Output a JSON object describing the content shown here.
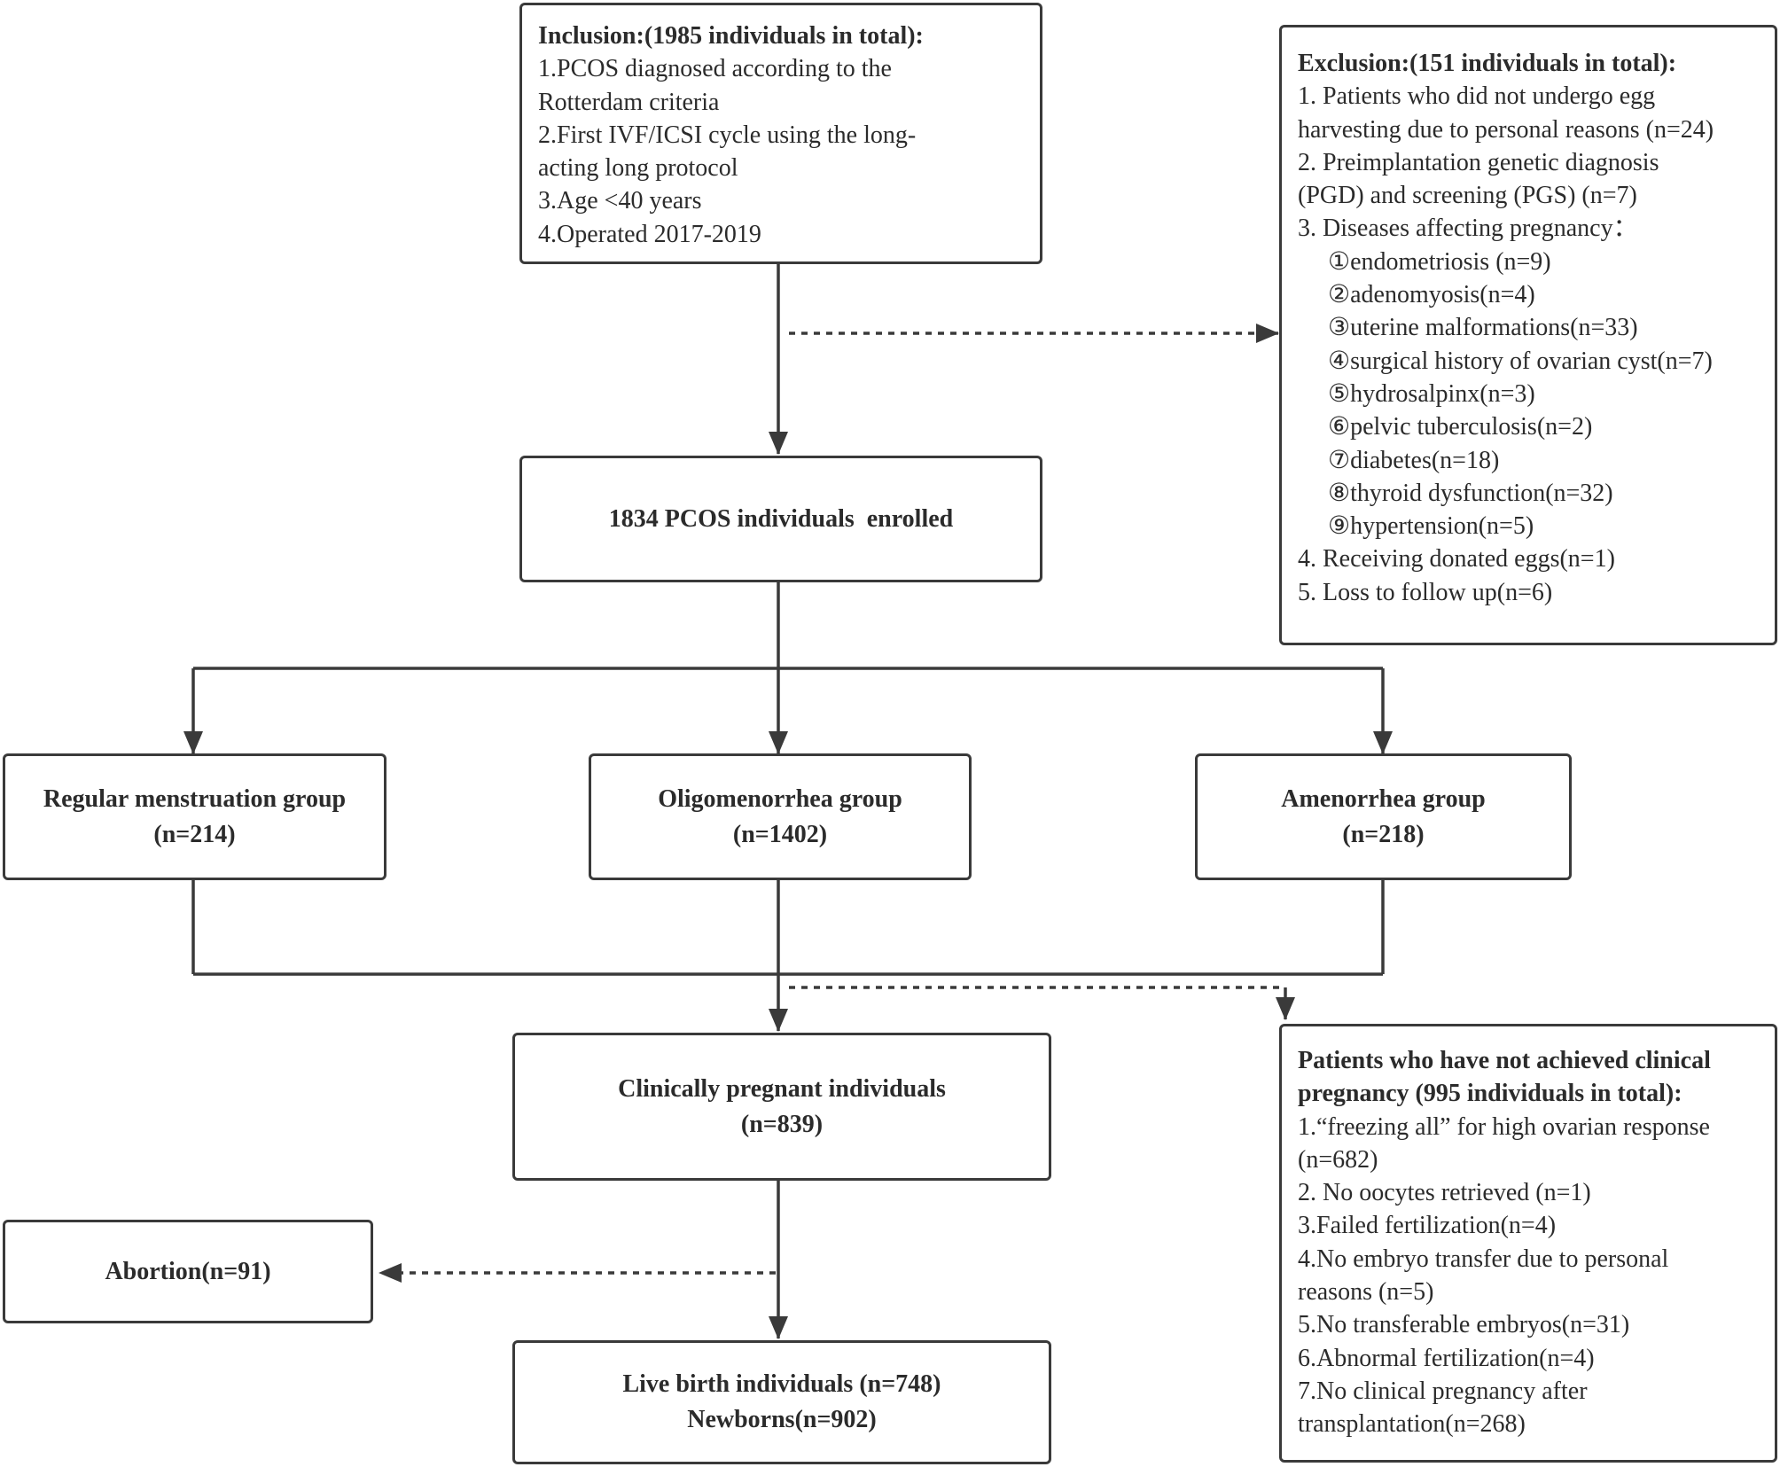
{
  "inclusion": {
    "title": "Inclusion:(1985 individuals in total):",
    "items": [
      "1.PCOS diagnosed according to the",
      "Rotterdam criteria",
      "2.First IVF/ICSI cycle using the long-",
      "acting long protocol",
      "3.Age <40 years",
      "4.Operated 2017-2019"
    ]
  },
  "exclusion": {
    "title": "Exclusion:(151 individuals in total):",
    "items": [
      "1. Patients who did not undergo egg",
      "harvesting due to personal reasons (n=24)",
      "2. Preimplantation genetic diagnosis",
      "(PGD) and screening (PGS) (n=7)",
      "3. Diseases affecting pregnancy："
    ],
    "subitems": [
      "①endometriosis (n=9)",
      "②adenomyosis(n=4)",
      "③uterine malformations(n=33)",
      "④surgical history of ovarian cyst(n=7)",
      "⑤hydrosalpinx(n=3)",
      "⑥pelvic tuberculosis(n=2)",
      "⑦diabetes(n=18)",
      "⑧thyroid dysfunction(n=32)",
      "⑨hypertension(n=5)"
    ],
    "tail": [
      "4. Receiving donated eggs(n=1)",
      "5. Loss to follow up(n=6)"
    ]
  },
  "enrolled": {
    "label": "1834 PCOS individuals  enrolled"
  },
  "groups": [
    {
      "name": "Regular menstruation group",
      "n": "(n=214)"
    },
    {
      "name": "Oligomenorrhea group",
      "n": "(n=1402)"
    },
    {
      "name": "Amenorrhea group",
      "n": "(n=218)"
    }
  ],
  "pregnant": {
    "name": "Clinically pregnant individuals",
    "n": "(n=839)"
  },
  "not_pregnant": {
    "title_lines": [
      "Patients who have not achieved clinical",
      "pregnancy (995 individuals in total):"
    ],
    "items": [
      "1.“freezing all” for high ovarian response",
      "(n=682)",
      "2. No oocytes retrieved (n=1)",
      "3.Failed fertilization(n=4)",
      "4.No embryo transfer due to personal",
      "reasons (n=5)",
      "5.No transferable embryos(n=31)",
      "6.Abnormal fertilization(n=4)",
      "7.No clinical pregnancy after",
      "transplantation(n=268)"
    ]
  },
  "abortion": {
    "label": "Abortion(n=91)"
  },
  "live_birth": {
    "line1": "Live birth individuals (n=748)",
    "line2": "Newborns(n=902)"
  },
  "colors": {
    "line": "#3a3a3a",
    "text": "#2b2b2b"
  }
}
